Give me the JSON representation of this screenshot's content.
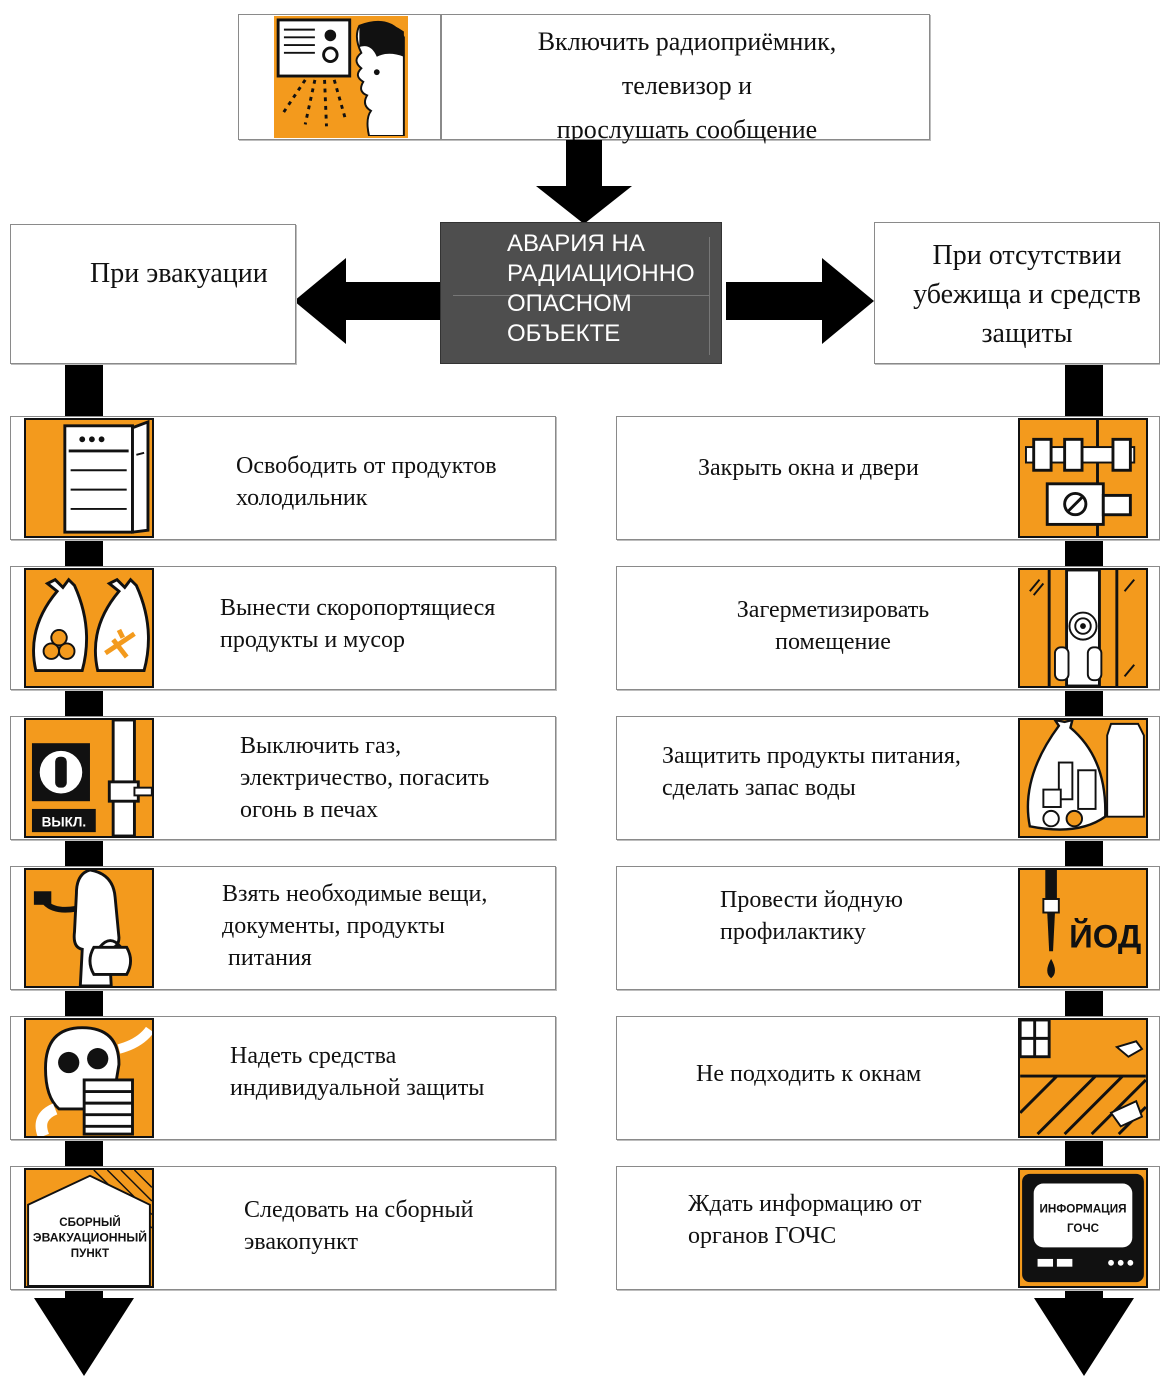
{
  "top": {
    "icon": "radio-tv-listening-icon",
    "lines": [
      "Включить радиоприёмник,",
      "телевизор и",
      "прослушать сообщение"
    ]
  },
  "center": {
    "lines": [
      "АВАРИЯ НА",
      "РАДИАЦИОННО",
      "ОПАСНОМ",
      "ОБЪЕКТЕ"
    ]
  },
  "left_header": {
    "text": "При эвакуации"
  },
  "right_header": {
    "lines": [
      "При отсутствии",
      "убежища и средств",
      "защиты"
    ]
  },
  "left_steps": [
    {
      "icon": "refrigerator-icon",
      "lines": [
        "Освободить от продуктов",
        "холодильник"
      ]
    },
    {
      "icon": "trash-bags-icon",
      "lines": [
        "Вынести  скоропортящиеся",
        "продукты и мусор"
      ]
    },
    {
      "icon": "gas-switch-off-icon",
      "icon_text": "ВЫКЛ.",
      "lines": [
        "Выключить  газ,",
        "электричество,  погасить",
        "огонь в печах"
      ]
    },
    {
      "icon": "person-with-bag-icon",
      "lines": [
        "Взять  необходимые  вещи,",
        "документы,  продукты",
        " питания"
      ]
    },
    {
      "icon": "gas-mask-icon",
      "lines": [
        "Надеть  средства",
        "индивидуальной  защиты"
      ]
    },
    {
      "icon": "assembly-point-icon",
      "icon_text": [
        "СБОРНЫЙ",
        "ЭВАКУАЦИОННЫЙ",
        "ПУНКТ"
      ],
      "lines": [
        "Следовать  на сборный",
        "эвакопункт"
      ]
    }
  ],
  "right_steps": [
    {
      "icon": "window-latch-icon",
      "lines": [
        "Закрыть окна и двери"
      ]
    },
    {
      "icon": "sealing-tape-icon",
      "lines": [
        "Загерметизировать",
        "помещение"
      ]
    },
    {
      "icon": "food-water-supply-icon",
      "lines": [
        "Защитить  продукты  питания,",
        "сделать  запас воды"
      ]
    },
    {
      "icon": "iodine-dropper-icon",
      "icon_text": "ЙОД",
      "lines": [
        "Провести  йодную",
        "профилактику"
      ]
    },
    {
      "icon": "window-danger-icon",
      "lines": [
        "Не подходить  к окнам"
      ]
    },
    {
      "icon": "tv-info-icon",
      "icon_text": [
        "ИНФОРМАЦИЯ",
        "ГОЧС"
      ],
      "lines": [
        "Ждать  информацию  от",
        "органов ГОЧС"
      ]
    }
  ],
  "colors": {
    "orange": "#f39a1d",
    "hub": "#4e4e4e",
    "ink": "#000000"
  }
}
